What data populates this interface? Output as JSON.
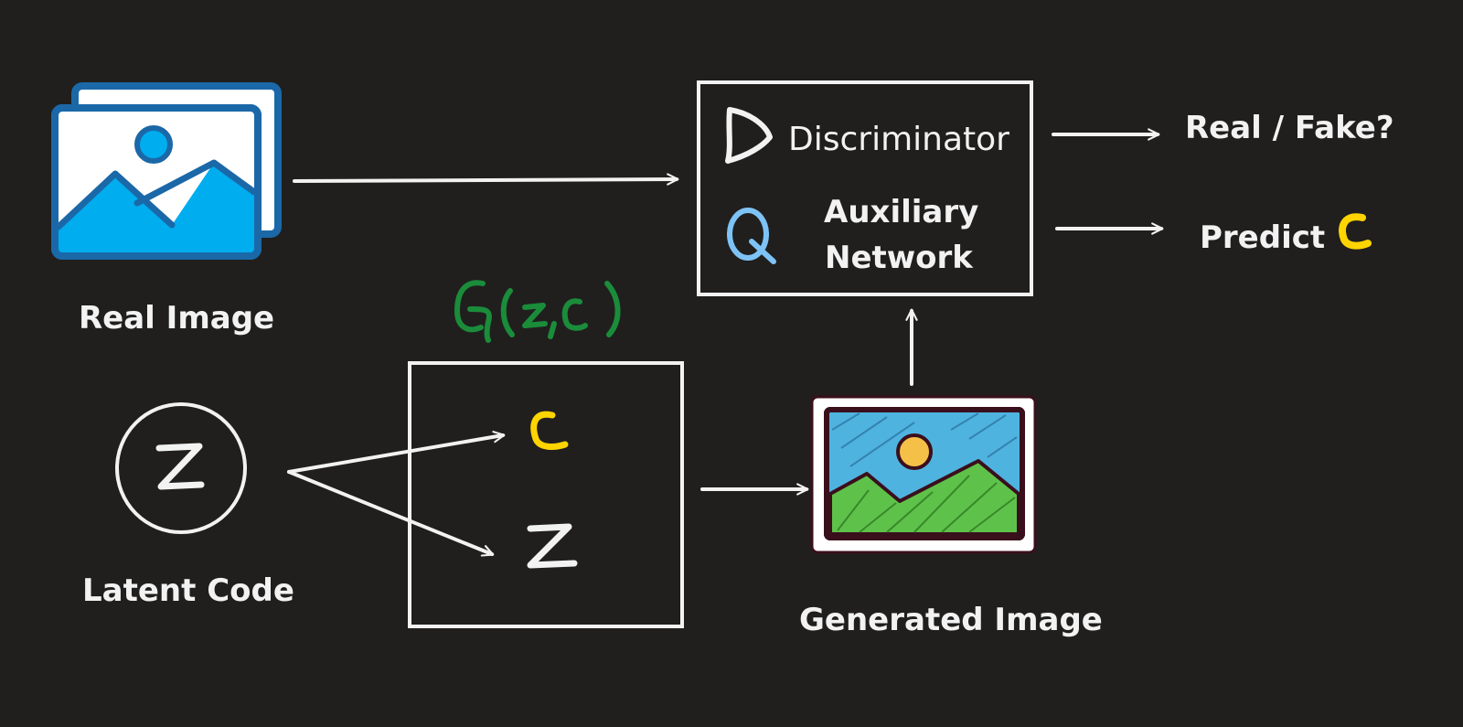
{
  "labels": {
    "real_image": "Real Image",
    "latent_code": "Latent Code",
    "generated_image": "Generated Image",
    "discriminator": "Discriminator",
    "auxiliary_line1": "Auxiliary",
    "auxiliary_line2": "Network",
    "real_fake": "Real / Fake?",
    "predict": "Predict",
    "generator_formula": "G(z,c)",
    "d_symbol": "D",
    "q_symbol": "Q",
    "z_latent": "Z",
    "z_input": "Z",
    "c_input": "C",
    "c_predict": "C"
  },
  "colors": {
    "background": "#201f1e",
    "stroke": "#f2f2f2",
    "generator_green": "#1a8c3a",
    "code_yellow": "#ffd400",
    "q_blue": "#7ec3f5",
    "photo_blue": "#00adef",
    "photo_dark_blue": "#1b68a8",
    "sketch_sky": "#4fb3e0",
    "sketch_grass": "#5ec24a",
    "sketch_sun": "#f5c048",
    "sketch_frame": "#3a0f1c"
  },
  "icons": {
    "real_image": "image-gallery-icon",
    "generated_image": "sketch-picture-icon"
  }
}
